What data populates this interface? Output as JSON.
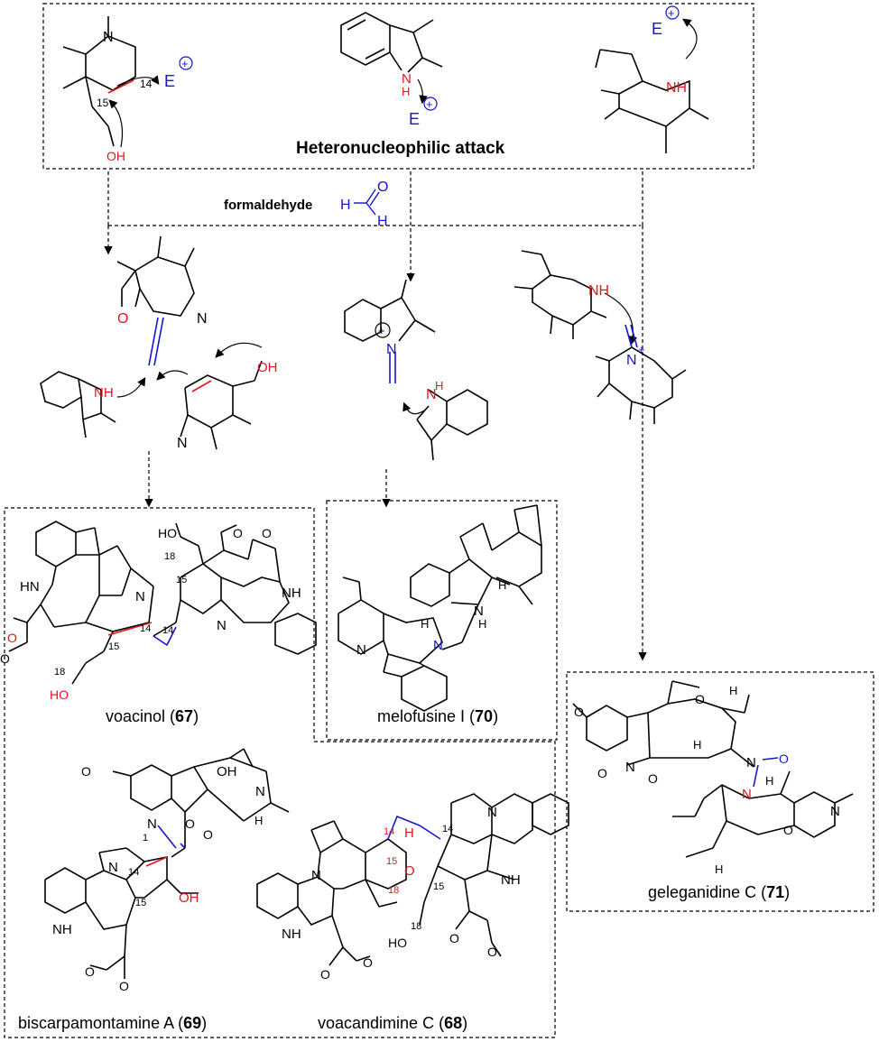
{
  "colors": {
    "bond": "#000000",
    "heteroatom": "#e8141c",
    "electrophile": "#1414d2",
    "linker": "#1414d2"
  },
  "panel_top": {
    "title": "Heteronucleophilic attack",
    "frag1": {
      "n": "N",
      "oh": "OH",
      "c14": "14",
      "c15": "15",
      "e": "E"
    },
    "frag2": {
      "n": "N",
      "h": "H",
      "e": "E"
    },
    "frag3": {
      "nh": "NH",
      "e": "E"
    }
  },
  "reagent": {
    "label": "formaldehyde",
    "h_top": "H",
    "o": "O",
    "h_bottom": "H"
  },
  "intermediates": {
    "a": {
      "n": "N",
      "o": "O",
      "nh": "NH",
      "oh": "OH",
      "n2": "N"
    },
    "b": {
      "n": "N",
      "plus": "+",
      "n2": "N",
      "h": "H"
    },
    "c": {
      "nh": "NH",
      "n": "N",
      "plus": "+"
    }
  },
  "compounds": {
    "c67": {
      "name": "voacinol (",
      "num": "67",
      "close": ")",
      "hn": "HN",
      "nh": "NH",
      "n1": "N",
      "n2": "N",
      "ho_top": "HO",
      "ho_bot": "HO",
      "o1": "O",
      "o2": "O",
      "o3": "O",
      "o4": "O",
      "c18a": "18",
      "c18b": "18",
      "c15a": "15",
      "c15b": "15",
      "c14a": "14",
      "c14b": "14"
    },
    "c70": {
      "name": "melofusine I (",
      "num": "70",
      "close": ")",
      "n1": "N",
      "n2": "N",
      "n3": "N",
      "h1": "H",
      "h2": "H",
      "h3": "H"
    },
    "c71": {
      "name": "geleganidine C (",
      "num": "71",
      "close": ")",
      "o1": "O",
      "o2": "O",
      "o3": "O",
      "o4": "O",
      "o5": "O",
      "o6": "O",
      "n1": "N",
      "n2": "N",
      "n3": "N",
      "n4": "N",
      "h1": "H",
      "h2": "H",
      "h3": "H",
      "h4": "H"
    },
    "c69": {
      "name": "biscarpamontamine A (",
      "num": "69",
      "close": ")",
      "o1": "O",
      "oh": "OH",
      "oh2": "OH",
      "n1": "N",
      "n2": "N",
      "n3": "N",
      "nh": "NH",
      "c1": "1",
      "c14": "14",
      "c15": "15",
      "h": "H",
      "o2": "O",
      "o3": "O",
      "o4": "O",
      "o5": "O"
    },
    "c68": {
      "name": "voacandimine C (",
      "num": "68",
      "close": ")",
      "n1": "N",
      "n2": "N",
      "nh1": "NH",
      "nh2": "NH",
      "h": "H",
      "o_ring": "O",
      "ho": "HO",
      "c14a": "14",
      "c14b": "14",
      "c15a": "15",
      "c15b": "15",
      "c18a": "18",
      "c18b": "18",
      "o1": "O",
      "o2": "O",
      "o3": "O",
      "o4": "O"
    }
  }
}
